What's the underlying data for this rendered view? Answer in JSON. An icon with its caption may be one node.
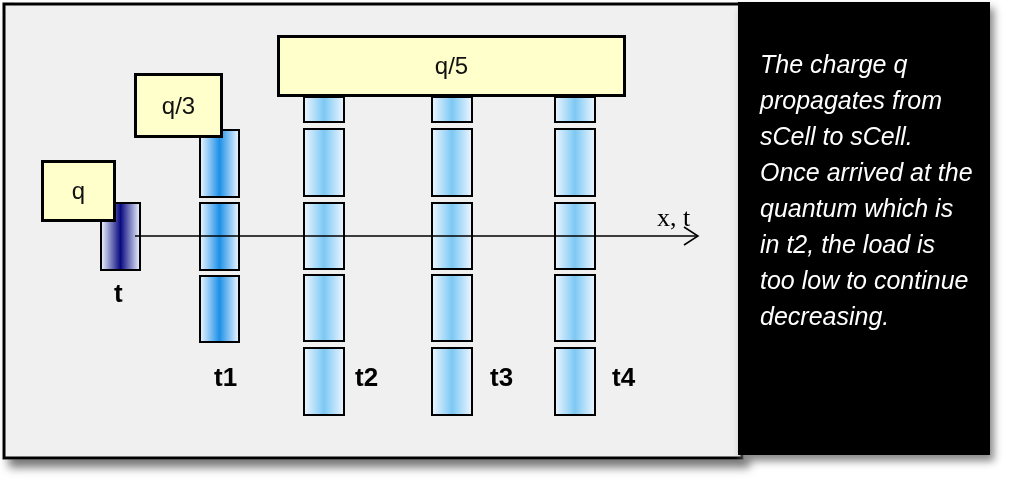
{
  "diagram": {
    "nodes": [
      {
        "text": [
          "q/5"
        ]
      },
      {
        "text": [
          "q/3"
        ]
      },
      {
        "text": [
          "q"
        ]
      },
      {
        "text": [
          "The charge q propagates from sCell to sCell. Once arrived at the quantum which is in t2, the load is too low to continue decreasing."
        ]
      }
    ],
    "labels": [
      "x, t",
      "t",
      "t1",
      "t2",
      "t3",
      "t4"
    ]
  }
}
